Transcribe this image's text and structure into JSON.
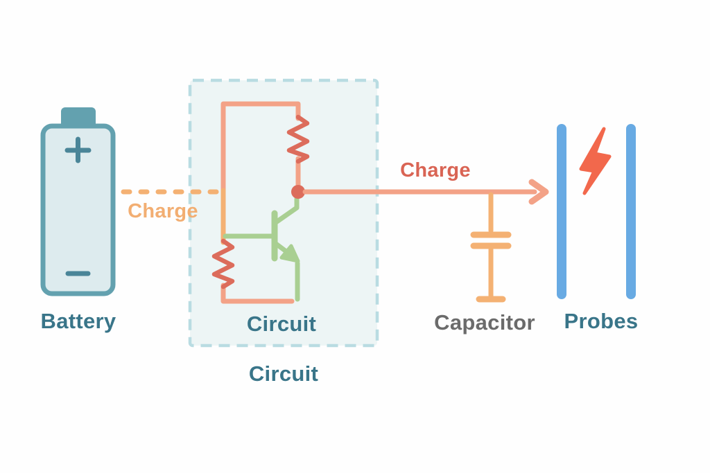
{
  "labels": {
    "battery": "Battery",
    "charge_in": "Charge",
    "circuit_inner": "Circuit",
    "circuit_outer": "Circuit",
    "charge_out": "Charge",
    "capacitor": "Capacitor",
    "probes": "Probes",
    "battery_positive": "+",
    "battery_negative": "−"
  },
  "icons": {
    "battery-icon": "battery cell with terminal cap, plus and minus marks",
    "charge-dashed-line-icon": "orange dashed connector from battery to circuit",
    "circuit-box": "light dashed boundary box around circuit",
    "resistor-top-icon": "red zigzag resistor",
    "resistor-left-icon": "red zigzag resistor",
    "transistor-icon": "green NPN transistor symbol",
    "junction-dot-icon": "red wire junction dot",
    "charge-arrow-icon": "salmon arrow from circuit to probes",
    "capacitor-icon": "orange capacitor plates with stem",
    "probes-icon": "two blue electrode bars",
    "lightning-icon": "spark bolt between probes"
  },
  "colors": {
    "background": "#fefefe",
    "teal_label": "#397589",
    "teal_stroke": "#63a1af",
    "teal_dark": "#4a8598",
    "battery_fill": "#ddebee",
    "box_fill": "#edf5f5",
    "box_border": "#b9dce2",
    "salmon_wire": "#f3a287",
    "orange_wire": "#f4b173",
    "red_resistor": "#dc6c5b",
    "green_transistor": "#a9cf92",
    "blue_probe": "#68aae3",
    "lightning": "#f2684c",
    "gray_label": "#6b6b6b",
    "charge_out_label": "#d96454",
    "charge_in_label": "#f2ae72"
  }
}
